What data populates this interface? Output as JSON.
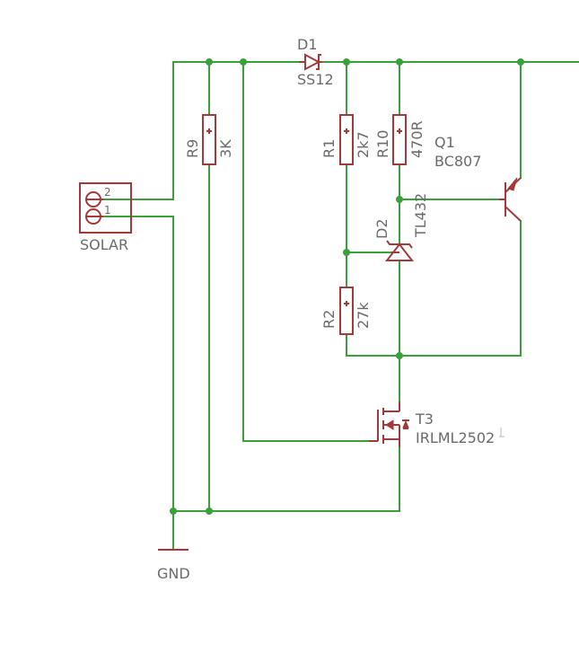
{
  "connector": {
    "name": "SOLAR",
    "pin2": "2",
    "pin1": "1"
  },
  "ground": {
    "label": "GND"
  },
  "d1": {
    "ref": "D1",
    "value": "SS12"
  },
  "r9": {
    "ref": "R9",
    "value": "3K"
  },
  "r1": {
    "ref": "R1",
    "value": "2k7"
  },
  "r10": {
    "ref": "R10",
    "value": "470R"
  },
  "r2": {
    "ref": "R2",
    "value": "27k"
  },
  "d2": {
    "ref": "D2",
    "value": "TL432"
  },
  "q1": {
    "ref": "Q1",
    "value": "BC807"
  },
  "t3": {
    "ref": "T3",
    "value": "IRLML2502"
  },
  "colors": {
    "wire": "#3aa03a",
    "part": "#a33a3a",
    "text": "#6a6a6a"
  }
}
